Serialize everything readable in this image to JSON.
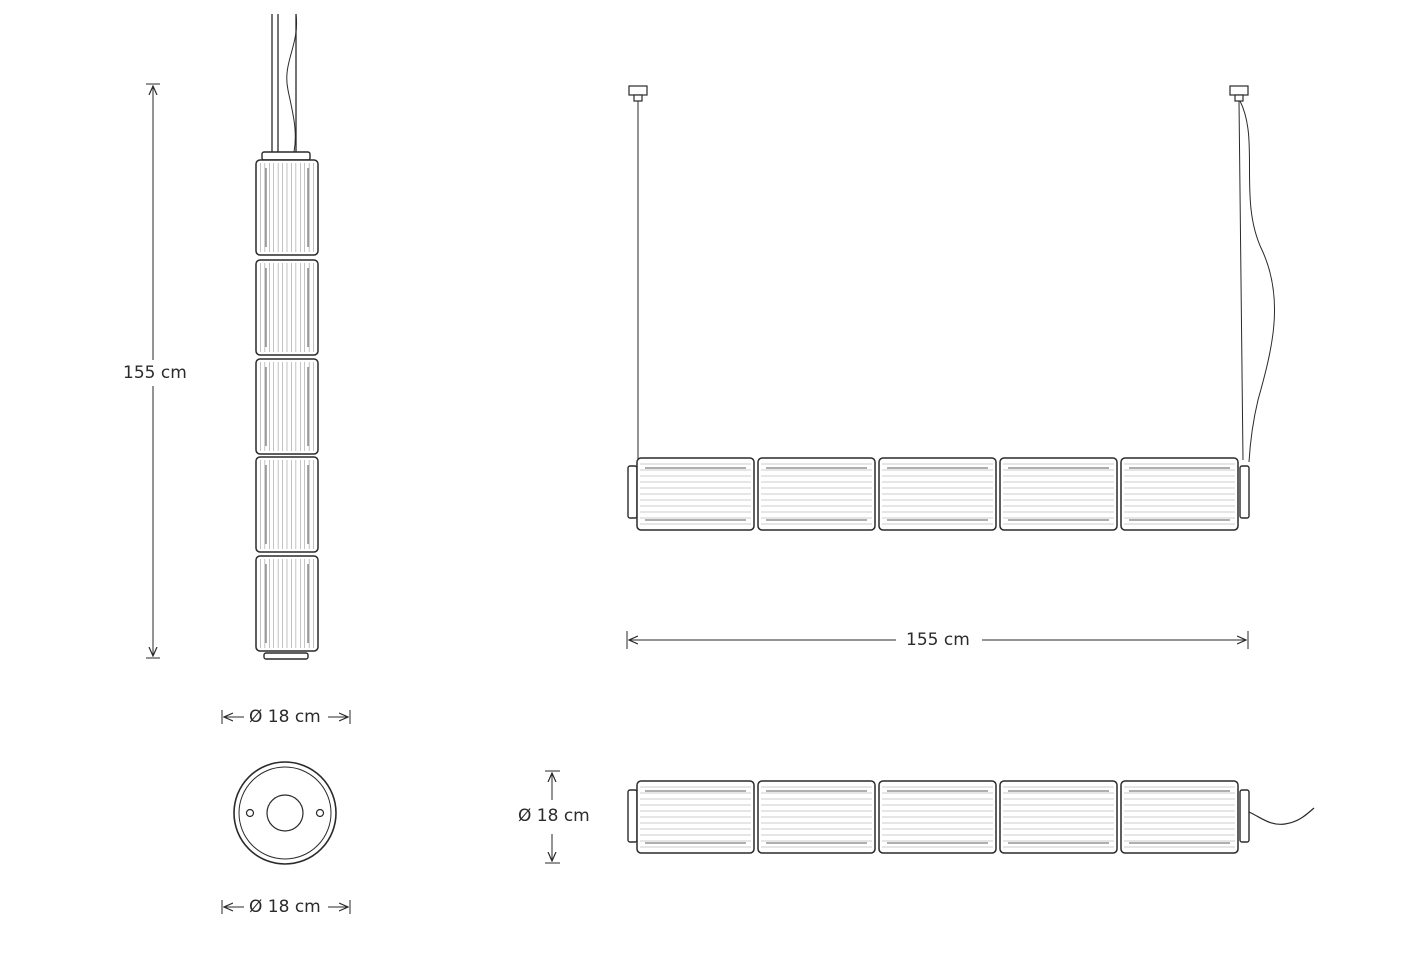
{
  "dimensions": {
    "side_height": "155 cm",
    "front_width": "155 cm",
    "side_diameter_top": "Ø 18 cm",
    "side_diameter_bottom": "Ø 18 cm",
    "front_diameter": "Ø 18 cm"
  },
  "colors": {
    "line": "#2a2a2a",
    "thin_line": "#555555",
    "rib": "#9a9a9a",
    "background": "#ffffff"
  }
}
